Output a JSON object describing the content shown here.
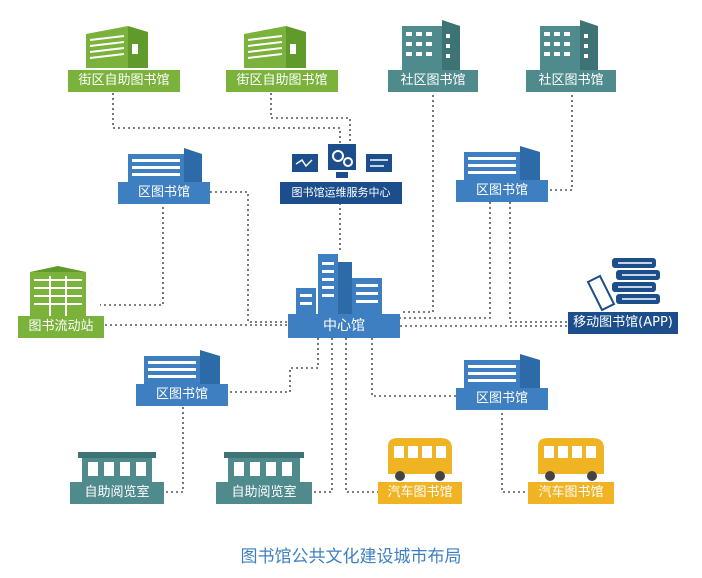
{
  "nodes": {
    "street1": "街区自助图书馆",
    "street2": "街区自助图书馆",
    "community1": "社区图书馆",
    "community2": "社区图书馆",
    "district_tl": "区图书馆",
    "ops_center": "图书馆运维服务中心",
    "district_tr": "区图书馆",
    "flow_station": "图书流动站",
    "center": "中心馆",
    "mobile_app": "移动图书馆(APP)",
    "district_bl": "区图书馆",
    "district_br": "区图书馆",
    "self_reading1": "自助阅览室",
    "self_reading2": "自助阅览室",
    "bus1": "汽车图书馆",
    "bus2": "汽车图书馆"
  },
  "caption": "图书馆公共文化建设城市布局",
  "colors": {
    "green": "#7ab23c",
    "teal": "#4f8a8c",
    "blue": "#3d7fc1",
    "navy": "#1c4e8c",
    "yellow": "#f0b323",
    "connector": "#555555"
  }
}
